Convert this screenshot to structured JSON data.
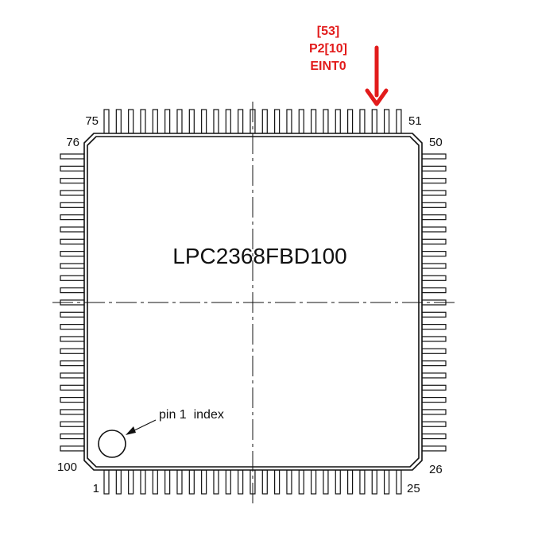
{
  "chip": {
    "part_number": "LPC2368FBD100",
    "pin_index_label": "pin 1  index"
  },
  "pin_numbers": {
    "first": "1",
    "bottom_right": "25",
    "right_bottom": "26",
    "right_top": "50",
    "top_right": "51",
    "top_left": "75",
    "left_top": "76",
    "left_bottom": "100"
  },
  "pins_per_side": 25,
  "callout": {
    "line1": "[53]",
    "line2": "P2[10]",
    "line3": "EINT0",
    "color": "#e21b1b",
    "pin": 53
  },
  "colors": {
    "outline": "#111111",
    "background": "#ffffff"
  }
}
